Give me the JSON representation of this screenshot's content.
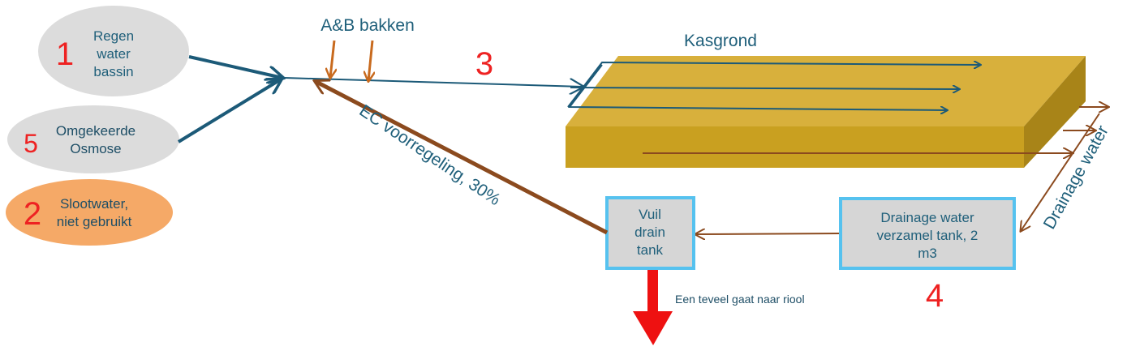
{
  "sources": {
    "rain": {
      "number": "1",
      "line1": "Regen",
      "line2": "water",
      "line3": "bassin"
    },
    "ro": {
      "number": "5",
      "line1": "Omgekeerde",
      "line2": "Osmose"
    },
    "ditch": {
      "number": "2",
      "line1": "Slootwater,",
      "line2": "niet gebruikt"
    }
  },
  "dosing_label": "A&B bakken",
  "supply_number": "3",
  "bed_label": "Kasgrond",
  "drainage_label": "Drainage water",
  "collection_tank": {
    "line1": "Drainage water",
    "line2": "verzamel tank, 2",
    "line3": "m3"
  },
  "collection_number": "4",
  "dirty_tank": {
    "line1": "Vuil",
    "line2": "drain",
    "line3": "tank"
  },
  "recirculation_label": "EC voorregeling, 30%",
  "overflow_label": "Een teveel gaat naar riool",
  "colors": {
    "flow_blue": "#1c5a78",
    "flow_brown": "#8b4a1e",
    "dosing_orange": "#c86a1e",
    "overflow_red": "#ee1111",
    "bed_top": "#d8b03c",
    "bed_front": "#c9a020",
    "bed_side": "#a88418",
    "source_grey": "#dcdcdc",
    "ditch_orange": "#f5a967",
    "tank_fill": "#d6d6d6",
    "tank_border": "#56c2ef"
  }
}
